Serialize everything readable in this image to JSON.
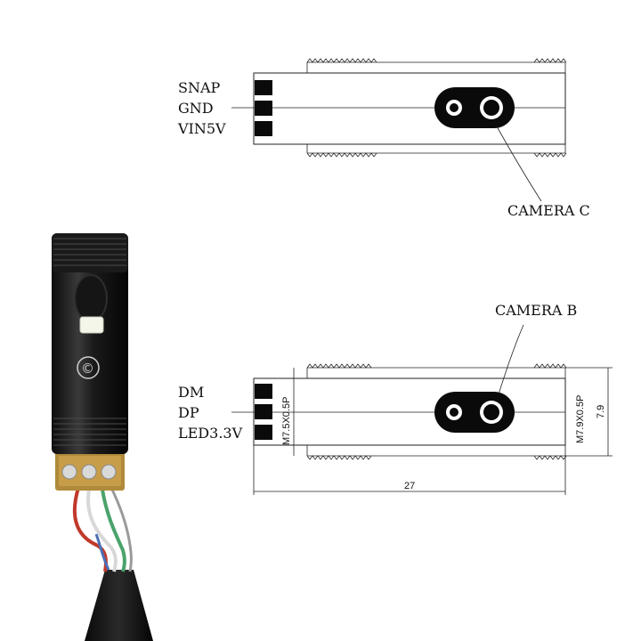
{
  "camera_c": {
    "pin_labels": [
      "SNAP",
      "GND",
      "VIN5V"
    ],
    "callout": "CAMERA C"
  },
  "camera_b": {
    "pin_labels": [
      "DM",
      "DP",
      "LED3.3V"
    ],
    "callout": "CAMERA B",
    "thread_left": "M7.5X0.5P",
    "thread_right": "M7.9X0.5P",
    "diameter": "7.9",
    "length": "27"
  },
  "photo": {
    "emblem": "©"
  }
}
